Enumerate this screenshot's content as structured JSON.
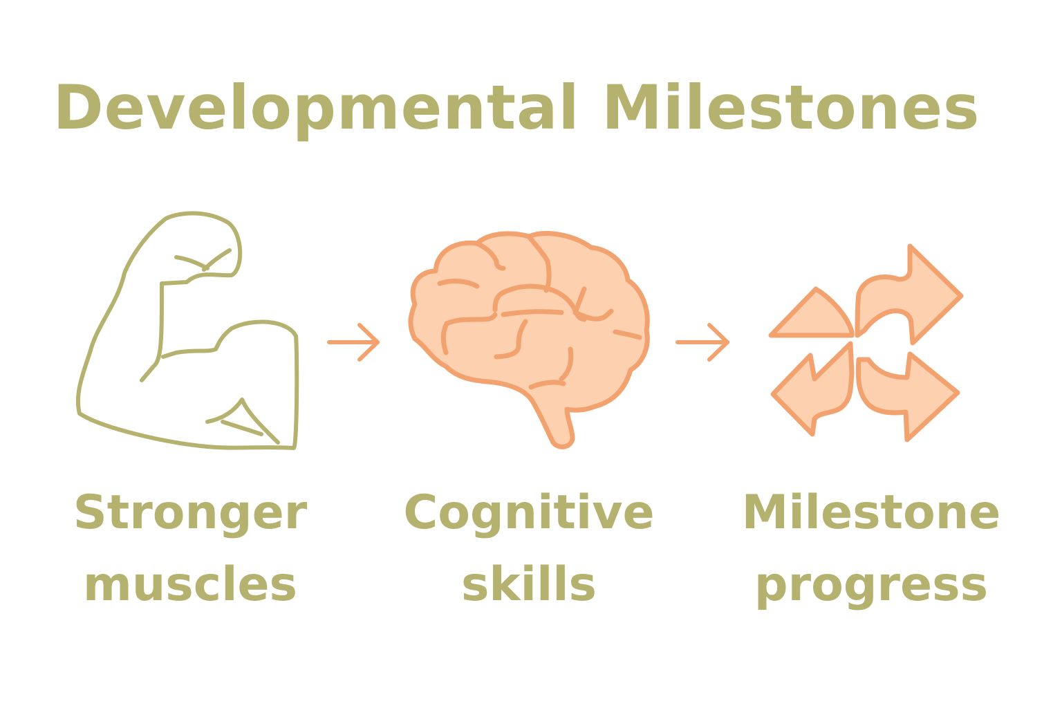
{
  "title": "Developmental Milestones",
  "colors": {
    "olive": "#b4b26e",
    "orange": "#f2a26e",
    "peach": "#fdd0b0",
    "background": "#ffffff"
  },
  "steps": [
    {
      "icon": "flexed-arm-icon",
      "line1": "Stronger",
      "line2": "muscles"
    },
    {
      "icon": "brain-icon",
      "line1": "Cognitive",
      "line2": "skills"
    },
    {
      "icon": "diverging-arrows-icon",
      "line1": "Milestone",
      "line2": "progress"
    }
  ],
  "connectors": [
    "arrow-right-icon",
    "arrow-right-icon"
  ]
}
